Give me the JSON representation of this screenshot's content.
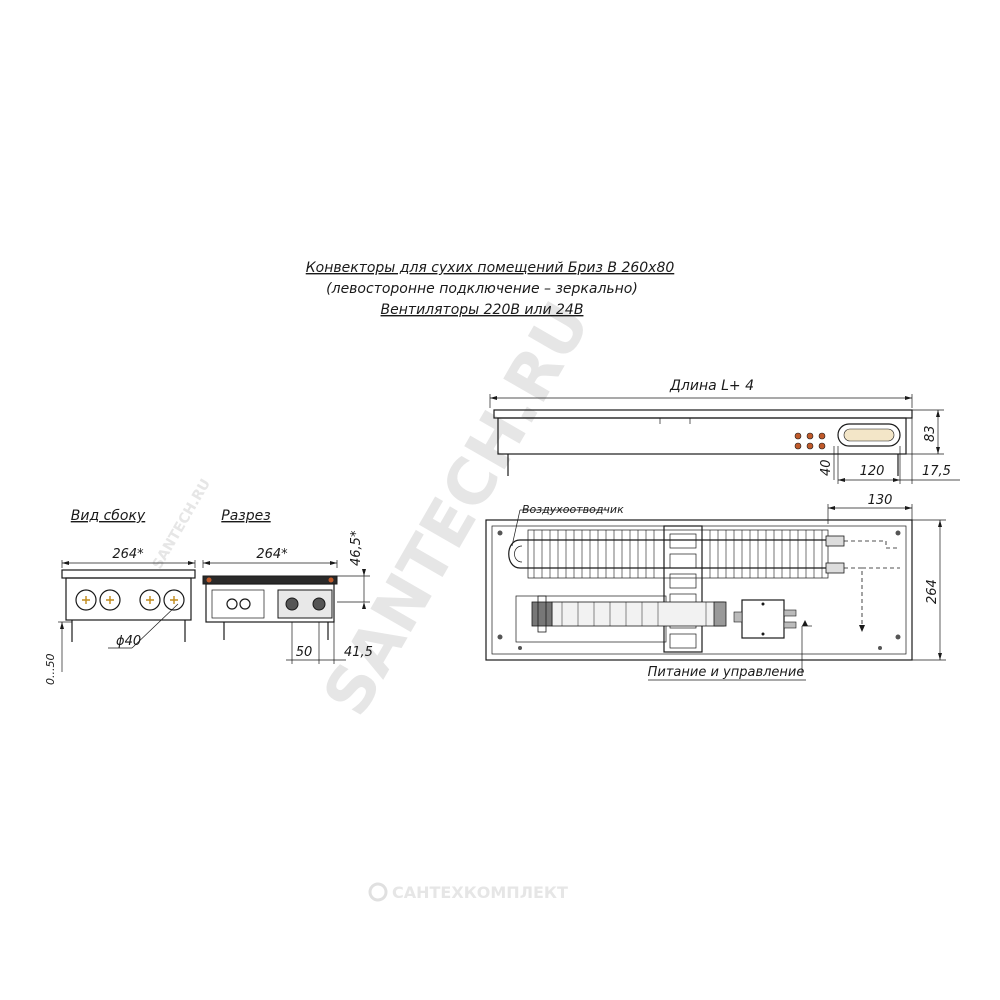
{
  "title": {
    "line1": "Конвекторы для сухих помещений Бриз В 260х80",
    "line2": "(левосторонне подключение – зеркально)",
    "line3": "Вентиляторы 220В или 24В"
  },
  "side_view": {
    "label": "Вид сбоку",
    "width_dim": "264*",
    "bottom_dim": "0...50",
    "pipe_dim": "ϕ40"
  },
  "section_view": {
    "label": "Разрез",
    "width_dim": "264*",
    "height_dim": "46,5*",
    "dim_50": "50",
    "dim_41_5": "41,5"
  },
  "front_view": {
    "length_dim": "Длина L+ 4",
    "height_dim": "83",
    "dim_40": "40",
    "dim_120": "120",
    "dim_17_5": "17,5"
  },
  "plan_view": {
    "dim_130": "130",
    "dim_264": "264",
    "air_vent_label": "Воздухоотводчик",
    "power_label": "Питание и управление"
  },
  "watermark": {
    "diagonal": "SANTECH.RU",
    "small": "SANTECH.RU",
    "bottom": "САНТЕХКОМПЛЕКТ"
  }
}
